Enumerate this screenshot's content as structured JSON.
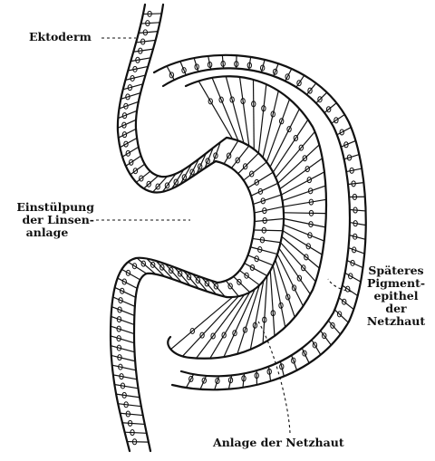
{
  "labels": {
    "ektoderm": "Ektoderm",
    "einstuelpung": [
      "Einstülpung",
      "der Linsen-",
      "anlage"
    ],
    "spaeteres": [
      "Späteres",
      "Pigment-",
      "epithel",
      "der",
      "Netzhaut"
    ],
    "anlage_netzhaut": "Anlage der Netzhaut"
  }
}
